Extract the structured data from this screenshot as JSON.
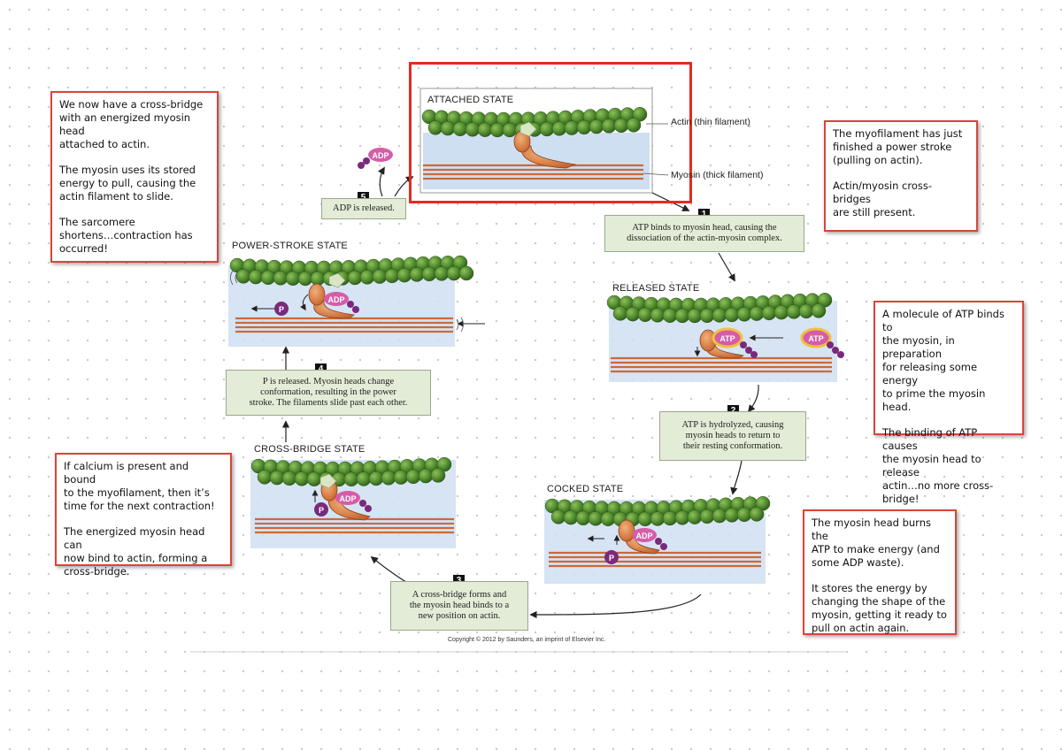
{
  "notes": {
    "top_left": [
      "We now have a cross-bridge\nwith an energized myosin head\nattached to actin.",
      "The myosin uses its stored\nenergy to pull, causing the\nactin filament to slide.",
      "The sarcomere\nshortens…contraction has\noccurred!"
    ],
    "top_right": [
      "The myofilament has just\nfinished a power stroke\n(pulling on actin).",
      "Actin/myosin cross-bridges\nare still present."
    ],
    "mid_right": [
      "A molecule of ATP binds to\nthe myosin, in preparation\nfor releasing some energy\nto prime the myosin head.",
      "The binding of ATP causes\nthe myosin head to release\nactin…no more cross-\nbridge!"
    ],
    "bottom_left": [
      "If calcium is present and bound\nto the myofilament, then it’s\ntime for the next contraction!",
      "The energized myosin head can\nnow bind to actin, forming a\ncross-bridge."
    ],
    "bottom_right": [
      "The myosin head burns the\nATP to make energy (and\nsome ADP waste).",
      "It stores the energy by\nchanging the shape of the\nmyosin, getting it ready to\npull on actin again."
    ]
  },
  "states": {
    "attached": "ATTACHED STATE",
    "released": "RELEASED STATE",
    "cocked": "COCKED STATE",
    "cross_bridge": "CROSS-BRIDGE STATE",
    "power_stroke": "POWER-STROKE STATE"
  },
  "labels": {
    "actin": "Actin (thin filament)",
    "myosin": "Myosin (thick filament)"
  },
  "steps": [
    {
      "num": "1",
      "text": "ATP binds to myosin head, causing the\ndissociation of the actin-myosin complex."
    },
    {
      "num": "2",
      "text": "ATP is hydrolyzed, causing\nmyosin heads to return to\ntheir resting conformation."
    },
    {
      "num": "3",
      "text": "A cross-bridge forms and\nthe myosin head binds to a\nnew position on actin."
    },
    {
      "num": "4",
      "text": "P is released. Myosin heads change\nconformation, resulting in the power\nstroke. The filaments slide past each other."
    },
    {
      "num": "5",
      "text": "ADP is released."
    }
  ],
  "molecules": {
    "atp": "ATP",
    "adp": "ADP",
    "p": "P"
  },
  "copyright": "Copyright © 2012 by Saunders, an imprint of Elsevier Inc.",
  "colors": {
    "note_border": "#d9443a",
    "highlight": "#e52b1e",
    "actin": "#5c8a3a",
    "myosin": "#c96a3a",
    "panel": "#cfdff2",
    "step_bg": "#e3ecd6",
    "atp": "#e7a21e",
    "adp": "#d65ca8",
    "phosphate": "#7a2a7a"
  }
}
